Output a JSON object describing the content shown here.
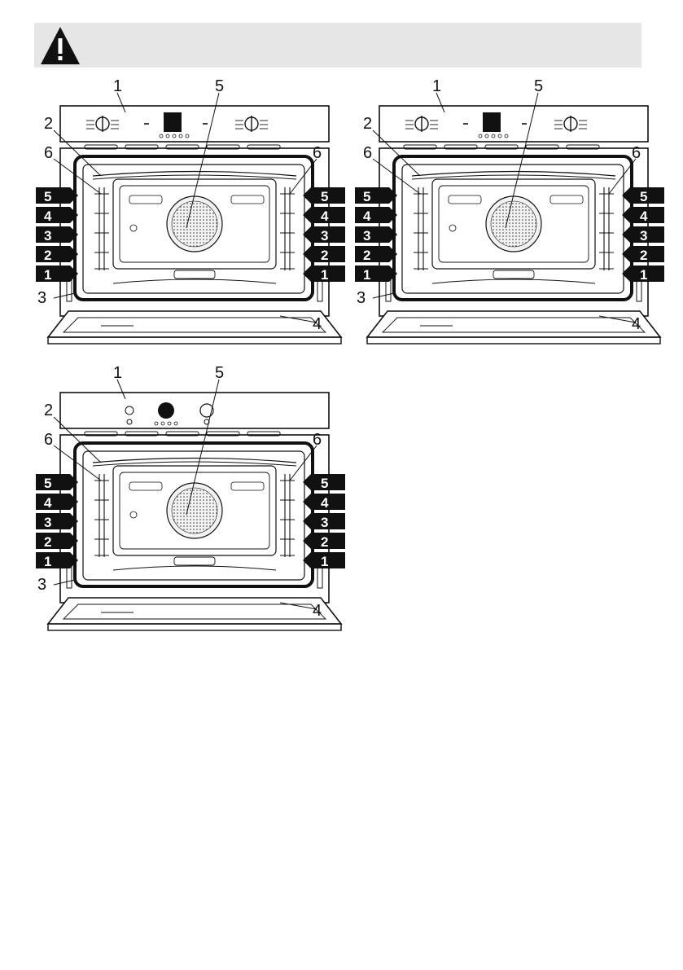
{
  "colors": {
    "banner_bg": "#e6e6e6",
    "ink": "#111111",
    "label_bg": "#111111",
    "label_text": "#ffffff"
  },
  "warning_banner": {
    "icon": "warning-triangle-icon"
  },
  "shelf_levels": [
    "5",
    "4",
    "3",
    "2",
    "1"
  ],
  "callouts": {
    "control_panel": "1",
    "top_heater": "2",
    "door_seal": "3",
    "door": "4",
    "fan_cover": "5",
    "rack_guides": "6"
  },
  "diagrams": [
    {
      "id": "oven-a",
      "panel_variant": "two-knobs-and-timer-dial"
    },
    {
      "id": "oven-b",
      "panel_variant": "two-knobs-and-timer-dial"
    },
    {
      "id": "oven-c",
      "panel_variant": "single-dial-and-two-selectors"
    }
  ]
}
